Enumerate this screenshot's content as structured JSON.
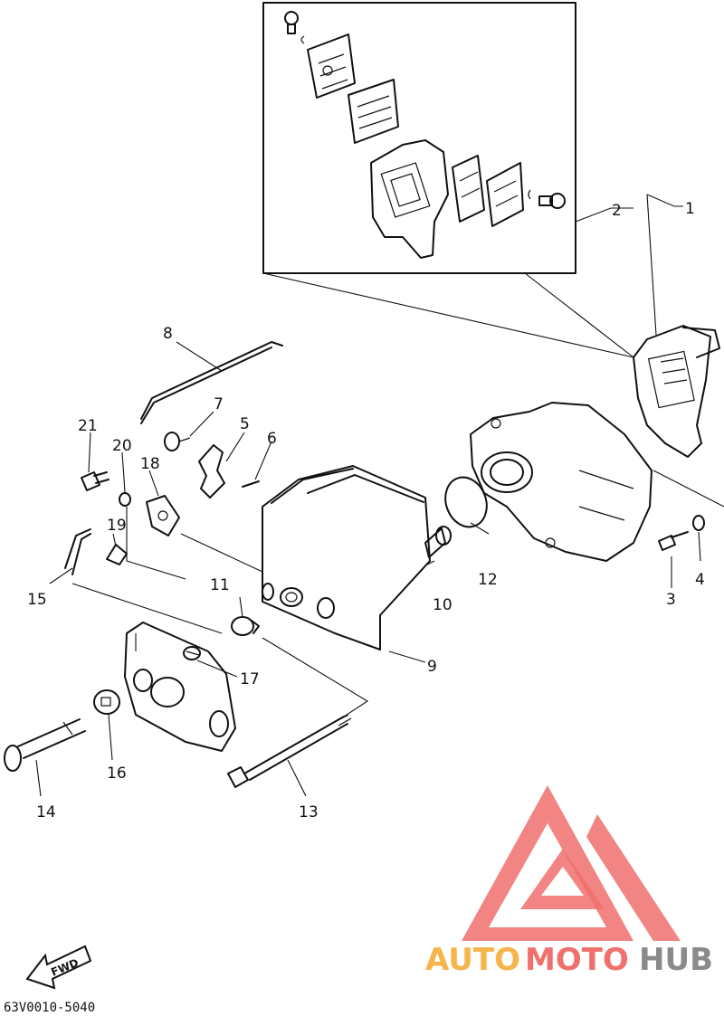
{
  "diagram": {
    "callouts": [
      "1",
      "2",
      "3",
      "4",
      "5",
      "6",
      "7",
      "8",
      "9",
      "10",
      "11",
      "12",
      "13",
      "14",
      "15",
      "16",
      "17",
      "18",
      "19",
      "20",
      "21"
    ],
    "direction_label": "FWD",
    "drawing_code": "63V0010-5040"
  },
  "watermark": {
    "part1": "AUTO",
    "part2": "MOTO",
    "part3": "HUB",
    "colors": {
      "auto": "#f6b44a",
      "moto": "#f0706d",
      "hub": "#8a8a8a",
      "logo": "#f0706d"
    }
  }
}
